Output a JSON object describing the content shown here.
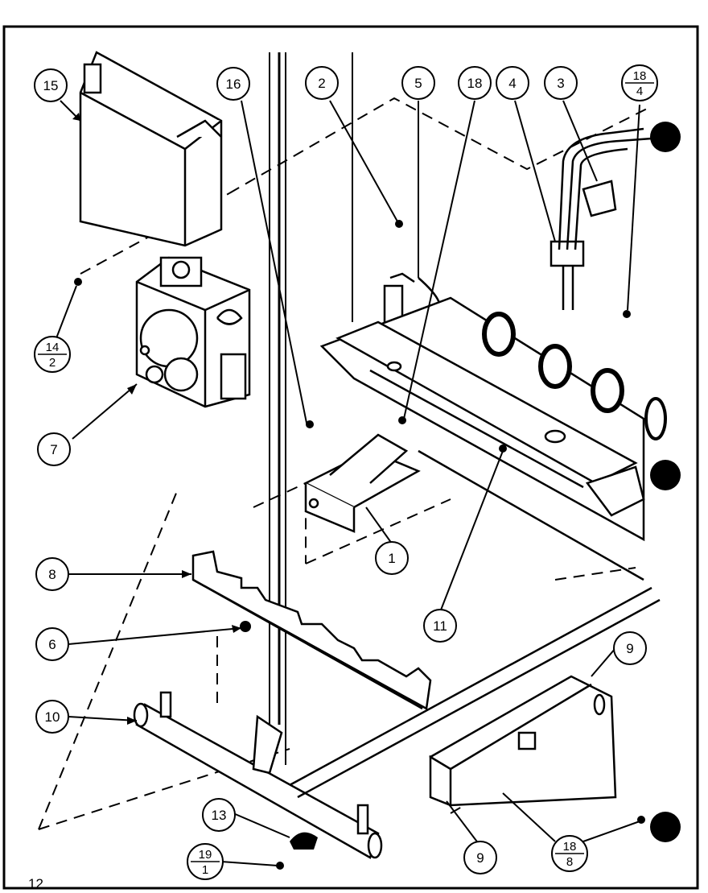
{
  "diagram": {
    "page_number": "12",
    "callouts": [
      {
        "id": "15",
        "label": "15"
      },
      {
        "id": "16",
        "label": "16"
      },
      {
        "id": "2",
        "label": "2"
      },
      {
        "id": "5",
        "label": "5"
      },
      {
        "id": "18a",
        "label": "18"
      },
      {
        "id": "4",
        "label": "4"
      },
      {
        "id": "3",
        "label": "3"
      },
      {
        "id": "18-4",
        "top": "18",
        "bottom": "4"
      },
      {
        "id": "14-2",
        "top": "14",
        "bottom": "2"
      },
      {
        "id": "7",
        "label": "7"
      },
      {
        "id": "8",
        "label": "8"
      },
      {
        "id": "1",
        "label": "1"
      },
      {
        "id": "11",
        "label": "11"
      },
      {
        "id": "6",
        "label": "6"
      },
      {
        "id": "9a",
        "label": "9"
      },
      {
        "id": "10",
        "label": "10"
      },
      {
        "id": "13",
        "label": "13"
      },
      {
        "id": "19-1",
        "top": "19",
        "bottom": "1"
      },
      {
        "id": "9b",
        "label": "9"
      },
      {
        "id": "18-8",
        "top": "18",
        "bottom": "8"
      }
    ]
  }
}
